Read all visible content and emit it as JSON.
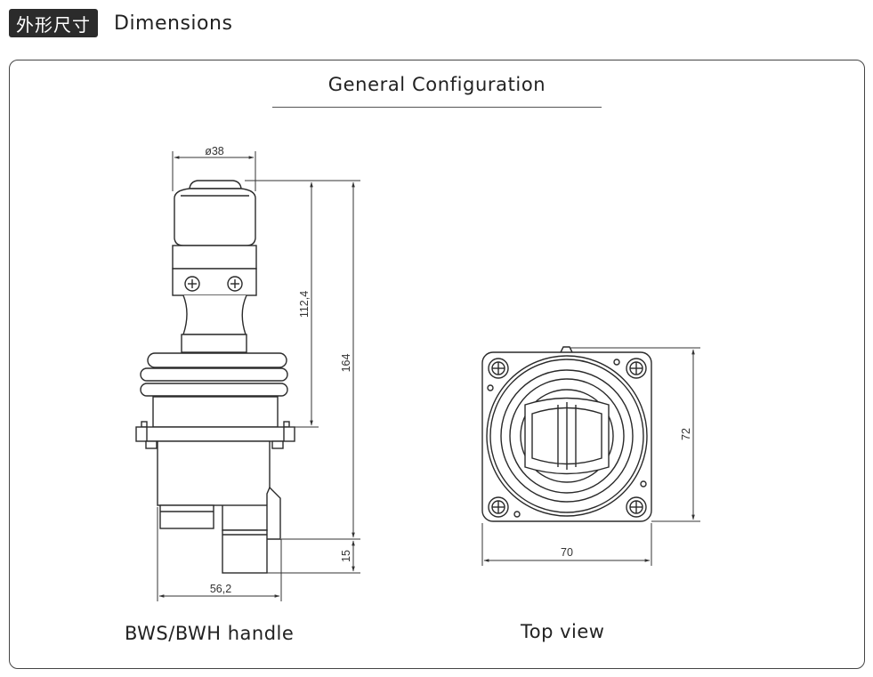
{
  "header": {
    "tag_cn": "外形尺寸",
    "tag_en": "Dimensions"
  },
  "section": {
    "title": "General Configuration"
  },
  "handle_view": {
    "caption": "BWS/BWH handle",
    "dims": {
      "diameter": "ø38",
      "height_upper": "112,4",
      "height_total": "164",
      "bottom": "15",
      "width": "56,2"
    }
  },
  "top_view": {
    "caption": "Top view",
    "dims": {
      "height": "72",
      "width": "70"
    }
  },
  "colors": {
    "line": "#2a2a2a",
    "dim_line": "#333333",
    "tag_bg": "#2b2b2b"
  }
}
